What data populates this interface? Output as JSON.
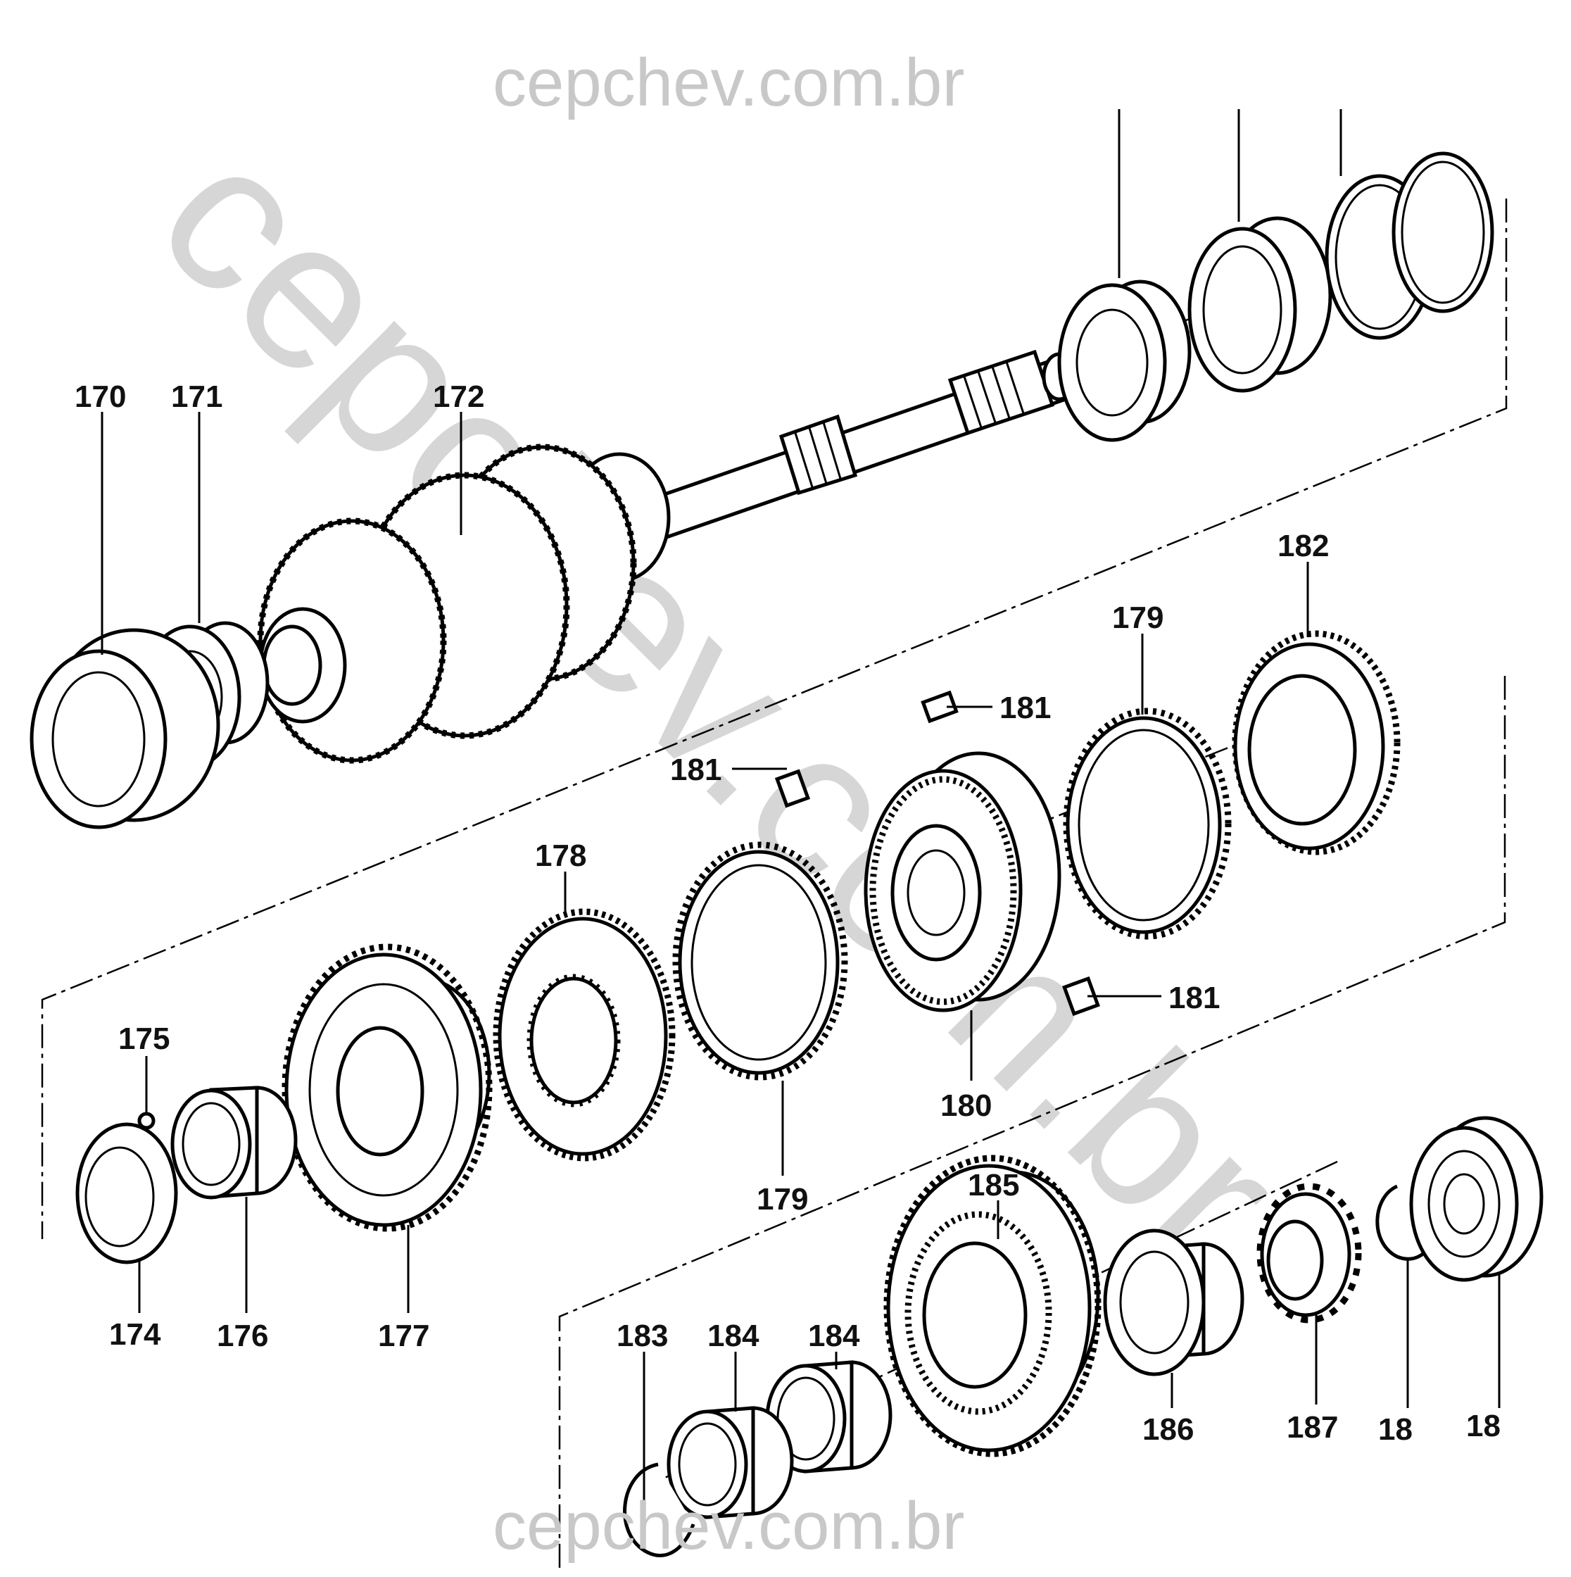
{
  "watermark": {
    "top": "cepchev.com.br",
    "bottom": "cepchev.com.br",
    "diagonal": "cepchev.com.br"
  },
  "callouts": {
    "c170": "170",
    "c171": "171",
    "c172": "172",
    "c174": "174",
    "c175": "175",
    "c176": "176",
    "c177": "177",
    "c178": "178",
    "c179a": "179",
    "c179b": "179",
    "c180": "180",
    "c181a": "181",
    "c181b": "181",
    "c181c": "181",
    "c182": "182",
    "c183": "183",
    "c184a": "184",
    "c184b": "184",
    "c185": "185",
    "c186": "186",
    "c187": "187",
    "c188": "18",
    "c189": "18"
  }
}
